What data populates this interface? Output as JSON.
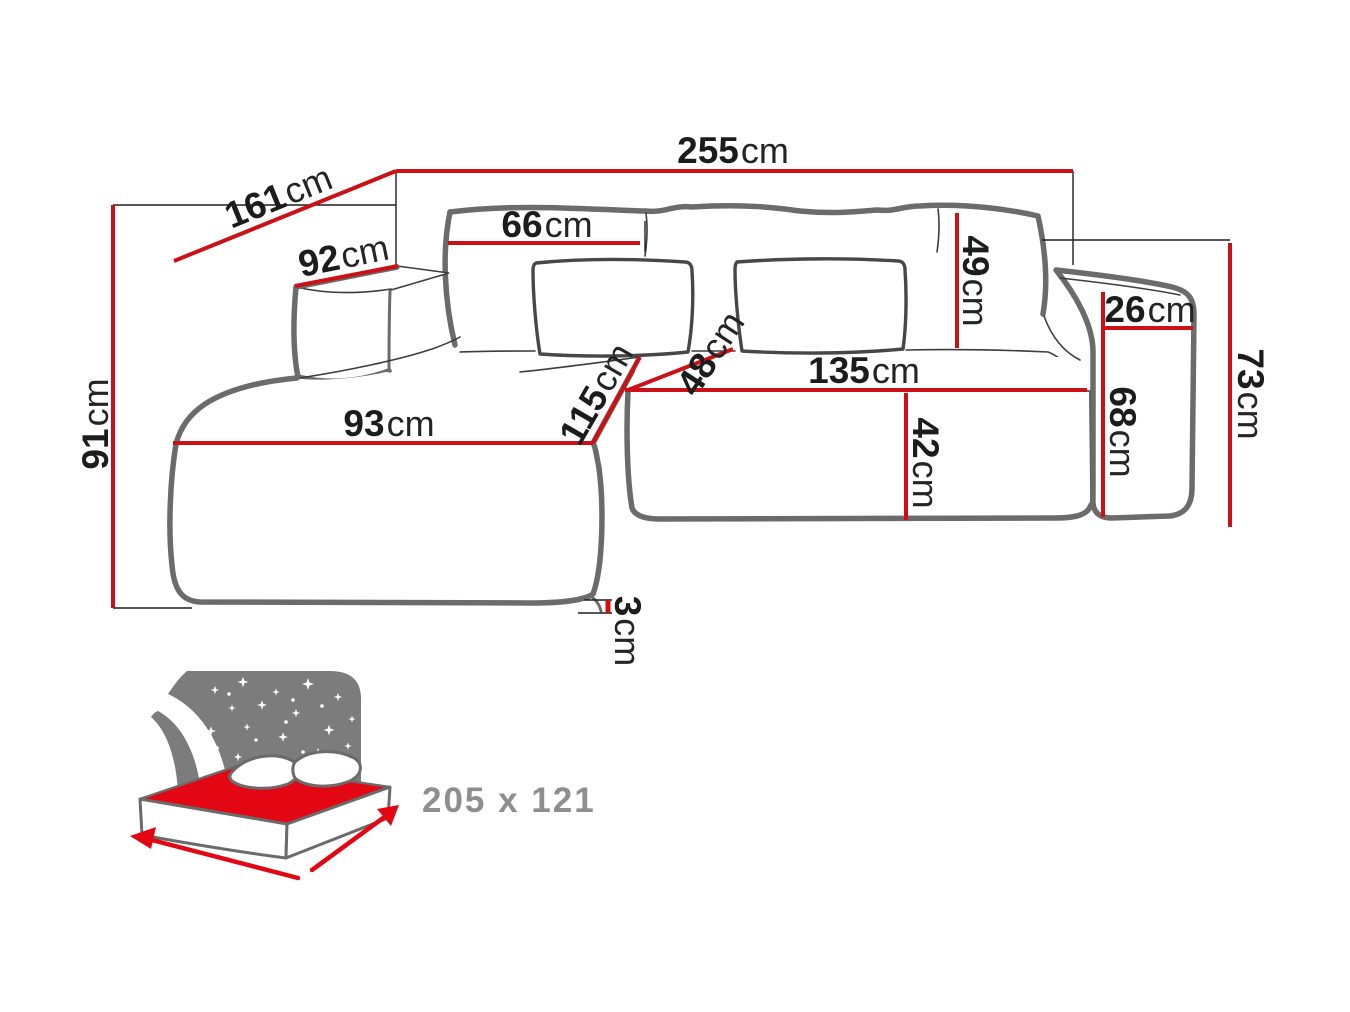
{
  "diagram": {
    "kind": "corner-sofa-dimension-diagram",
    "unit": "cm"
  },
  "colors": {
    "dimension_red": "#cb1016",
    "bed_red": "#e30613",
    "sofa_gray": "#6b6b6b",
    "sky_gray": "#7c7c7c",
    "sleep_text_gray": "#8e8e8e"
  },
  "dims": {
    "total_width": {
      "num": "255",
      "unit": "cm"
    },
    "total_depth": {
      "num": "161",
      "unit": "cm"
    },
    "left_armrest_depth": {
      "num": "92",
      "unit": "cm"
    },
    "total_height": {
      "num": "91",
      "unit": "cm"
    },
    "back_cushion_width": {
      "num": "66",
      "unit": "cm"
    },
    "back_cushion_height": {
      "num": "49",
      "unit": "cm"
    },
    "right_armrest_width": {
      "num": "26",
      "unit": "cm"
    },
    "right_armrest_height": {
      "num": "68",
      "unit": "cm"
    },
    "right_side_height": {
      "num": "73",
      "unit": "cm"
    },
    "seat_length": {
      "num": "135",
      "unit": "cm"
    },
    "seat_height": {
      "num": "42",
      "unit": "cm"
    },
    "chaise_length": {
      "num": "115",
      "unit": "cm"
    },
    "front_pillow_width": {
      "num": "48",
      "unit": "cm"
    },
    "chaise_width": {
      "num": "93",
      "unit": "cm"
    },
    "leg_height": {
      "num": "3",
      "unit": "cm"
    }
  },
  "sleeping_area": {
    "size_label": "205 x 121"
  }
}
